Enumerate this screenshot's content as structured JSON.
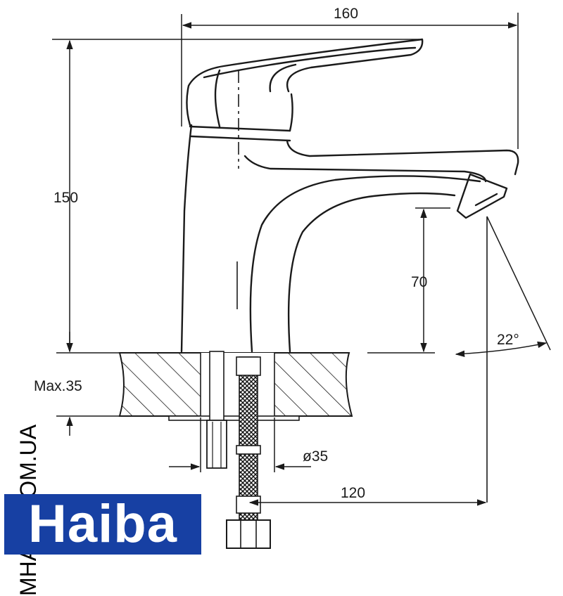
{
  "dimensions": {
    "width_total": "160",
    "height_total": "150",
    "spout_height": "70",
    "angle": "22°",
    "deck_thickness": "Max.35",
    "hole_diameter": "ø35",
    "spout_reach": "120"
  },
  "watermark": "MHATA.COM.UA",
  "brand": "Haiba",
  "colors": {
    "line": "#1a1a1a",
    "brand_bg": "#1740a3",
    "brand_text": "#ffffff"
  },
  "icons": [
    "faucet-outline",
    "countertop-hatch",
    "hose-braid",
    "hex-nut"
  ]
}
